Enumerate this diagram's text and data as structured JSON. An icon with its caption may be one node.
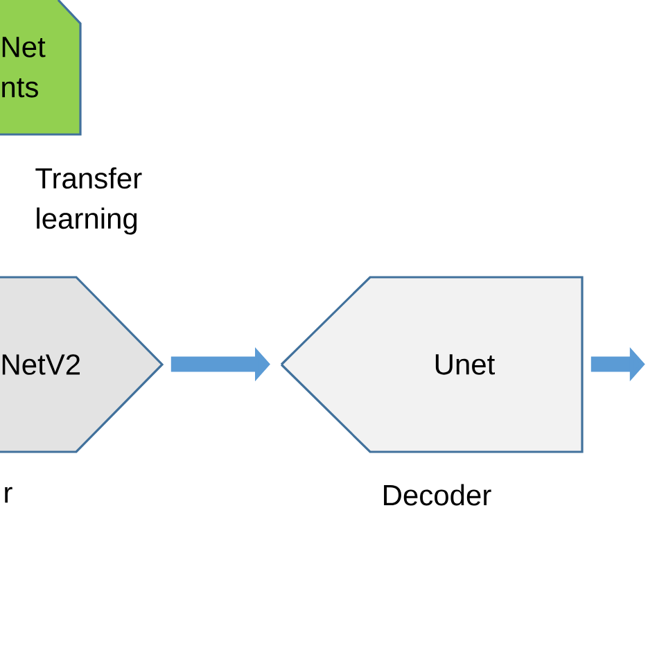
{
  "diagram": {
    "nodes": [
      {
        "text": [
          "Net nts"
        ]
      },
      {
        "text": [
          "NetV2"
        ],
        "beside": [
          "r"
        ]
      },
      {
        "text": [
          "Unet"
        ],
        "beside": [
          "Decoder"
        ]
      }
    ],
    "edges": [
      {
        "from": 1,
        "to": 2,
        "arrow": "to"
      },
      {
        "from": 2,
        "to": null,
        "arrow": "to"
      }
    ],
    "labels": [
      "Transfer learning"
    ]
  }
}
